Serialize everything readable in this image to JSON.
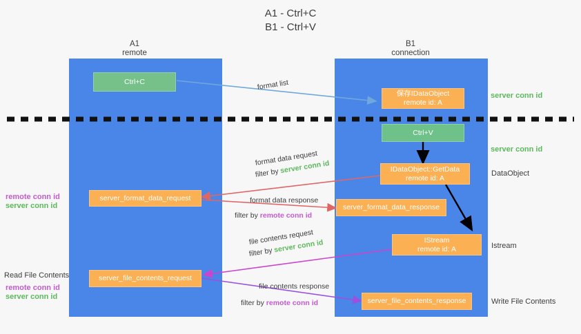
{
  "title": {
    "line1": "A1 - Ctrl+C",
    "line2": "B1 - Ctrl+V"
  },
  "columns": [
    {
      "name": "A1",
      "sub": "remote"
    },
    {
      "name": "B1",
      "sub": "connection"
    }
  ],
  "nodes": {
    "ctrl_c": {
      "line1": "Ctrl+C",
      "line2": ""
    },
    "ctrl_v": {
      "line1": "Ctrl+V",
      "line2": ""
    },
    "dataobject_top": {
      "line1": "保存IDataObject",
      "line2": "remote id: A"
    },
    "getdata": {
      "line1": "IDataObject::GetData",
      "line2": "remote id: A"
    },
    "istream": {
      "line1": "IStream",
      "line2": "remote id: A"
    },
    "server_format_data_request": {
      "line1": "server_format_data_request",
      "line2": ""
    },
    "server_format_data_response": {
      "line1": "server_format_data_response",
      "line2": ""
    },
    "server_file_contents_request": {
      "line1": "server_file_contents_request",
      "line2": ""
    },
    "server_file_contents_response": {
      "line1": "server_file_contents_response",
      "line2": ""
    }
  },
  "edge_labels": {
    "format_list": "format list",
    "format_data_request": "format data request",
    "format_data_request_filter_pre": "filter by ",
    "format_data_request_filter_key": "server conn id",
    "format_data_response": "format data response",
    "format_data_response_filter_pre": "filter by ",
    "format_data_response_filter_key": "remote conn id",
    "file_contents_request": "file contents request",
    "file_contents_request_filter_pre": "filter by ",
    "file_contents_request_filter_key": "server conn id",
    "file_contents_response": "file contents response",
    "file_contents_response_filter_pre": "filter by ",
    "file_contents_response_filter_key": "remote conn id"
  },
  "right_labels": {
    "server_conn_id_1": "server conn id",
    "server_conn_id_2": "server conn id",
    "dataobject": "DataObject",
    "istream": "Istream",
    "write_file_contents": "Write File Contents"
  },
  "left_labels": {
    "remote_conn_id_1": "remote conn id",
    "server_conn_id_1": "server conn id",
    "read_file_contents": "Read File Contents",
    "remote_conn_id_2": "remote conn id",
    "server_conn_id_2": "server conn id"
  },
  "colors": {
    "lane": "#4a86e8",
    "green_box": "#76c08a",
    "orange_box": "#fbb054",
    "green_text": "#5cb85c",
    "magenta_text": "#c45ad0",
    "arrow_blue": "#6fa8dc",
    "arrow_red": "#e06666",
    "arrow_magenta": "#cc44cc",
    "arrow_purple": "#9b51e0",
    "arrow_black": "#000000",
    "background": "#f7f7f7"
  }
}
